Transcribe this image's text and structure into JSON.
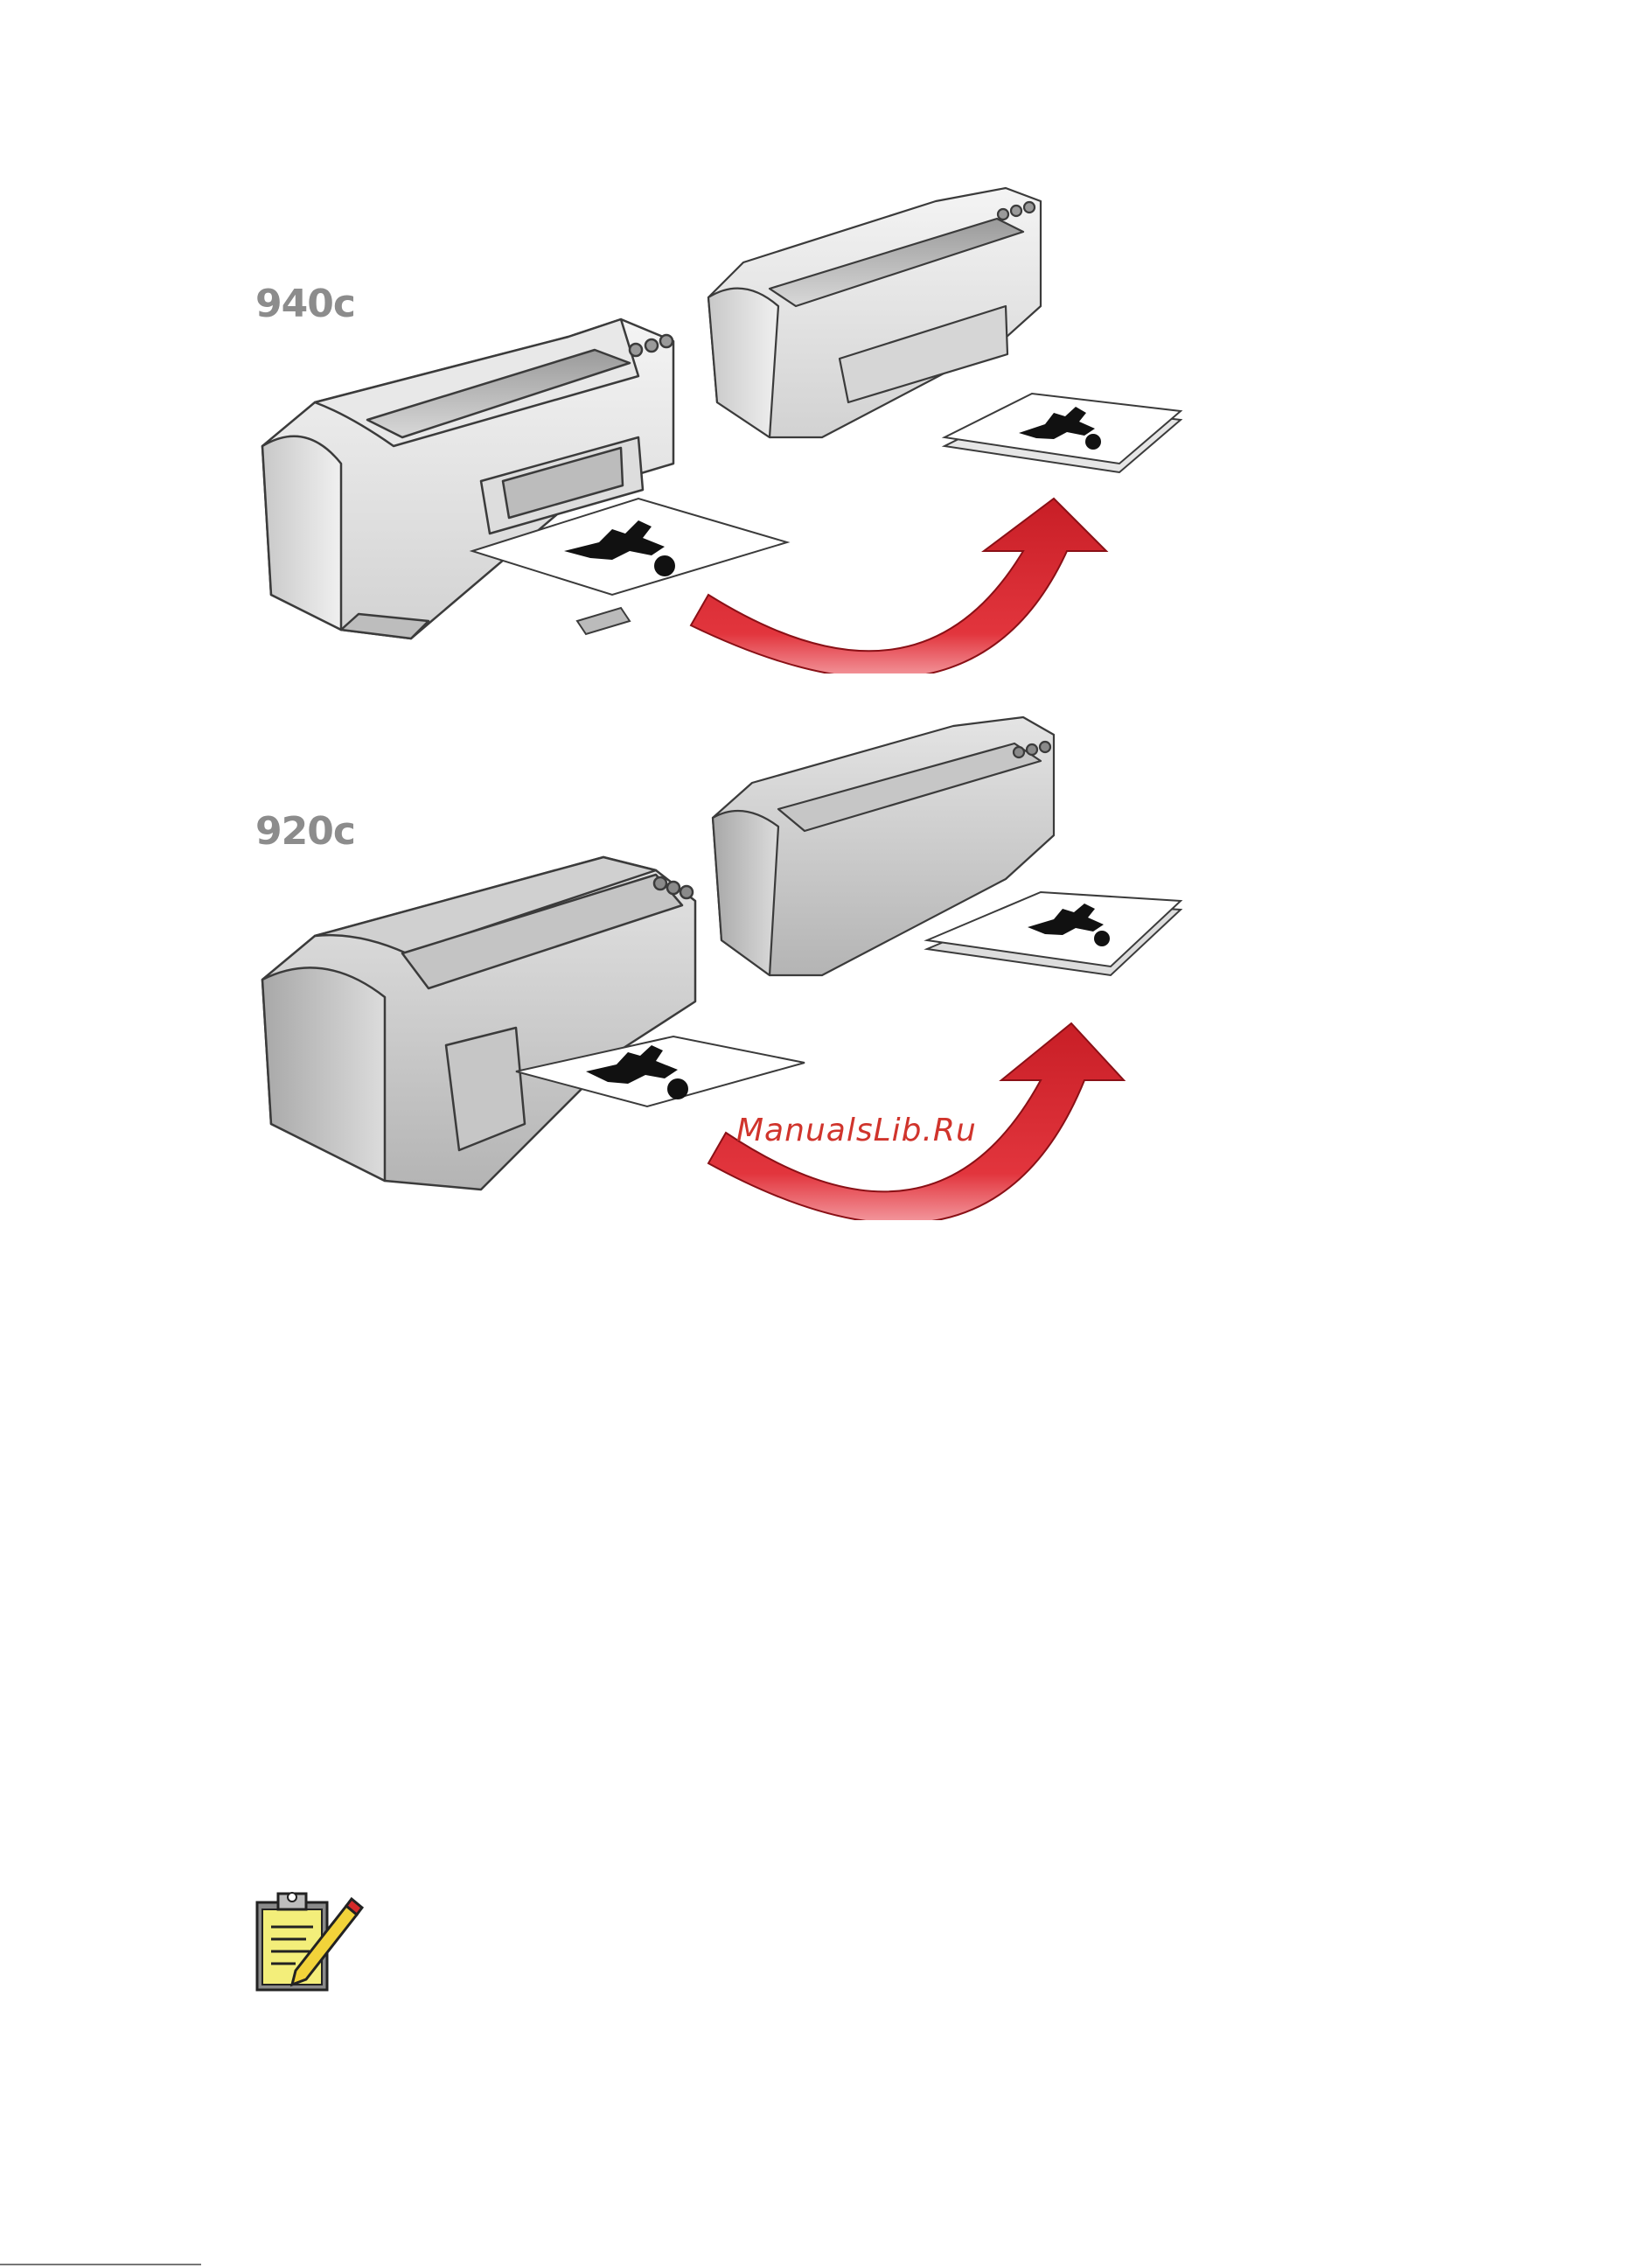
{
  "figure_940": {
    "model_label": "940c"
  },
  "figure_920": {
    "model_label": "920c"
  },
  "watermark": {
    "text": "ManualsLib.Ru"
  },
  "icons": {
    "note": "note-icon",
    "arrow": "curved-arrow-icon"
  },
  "colors": {
    "arrow_red": "#d5262c",
    "arrow_light": "#f4a3a6",
    "label_gray": "#8c8c8c"
  }
}
